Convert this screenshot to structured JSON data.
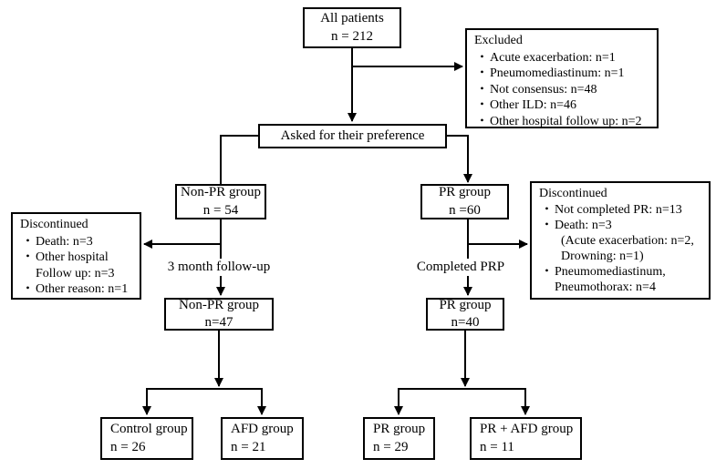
{
  "flowchart": {
    "all_patients": {
      "name": "All patients",
      "n": "n = 212"
    },
    "excluded": {
      "title": "Excluded",
      "items": [
        "Acute exacerbation: n=1",
        "Pneumomediastinum: n=1",
        "Not consensus: n=48",
        "Other ILD: n=46",
        "Other hospital follow up: n=2"
      ]
    },
    "asked_preference": {
      "label": "Asked for their preference"
    },
    "non_pr_group": {
      "name": "Non-PR group",
      "n": "n = 54"
    },
    "pr_group": {
      "name": "PR group",
      "n": "n =60"
    },
    "discontinued_non_pr": {
      "title": "Discontinued",
      "items": [
        "Death: n=3",
        "Other hospital\nFollow up: n=3",
        "Other reason: n=1"
      ]
    },
    "discontinued_pr": {
      "title": "Discontinued",
      "items": [
        "Not completed PR: n=13",
        "Death: n=3\n  (Acute exacerbation: n=2,\n  Drowning: n=1)",
        "Pneumomediastinum,\nPneumothorax: n=4"
      ]
    },
    "followup_label": "3 month follow-up",
    "completed_label": "Completed PRP",
    "non_pr_group_47": {
      "name": "Non-PR group",
      "n": "n=47"
    },
    "pr_group_40": {
      "name": "PR group",
      "n": "n=40"
    },
    "control_group": {
      "name": "Control group",
      "n": "n = 26"
    },
    "afd_group": {
      "name": "AFD group",
      "n": "n = 21"
    },
    "pr_group_29": {
      "name": "PR group",
      "n": "n = 29"
    },
    "pr_afd_group": {
      "name": "PR + AFD group",
      "n": "n = 11"
    }
  },
  "icons": {
    "bullet": "•"
  },
  "colors": {
    "line": "#000000",
    "border": "#000000",
    "background": "#ffffff"
  }
}
